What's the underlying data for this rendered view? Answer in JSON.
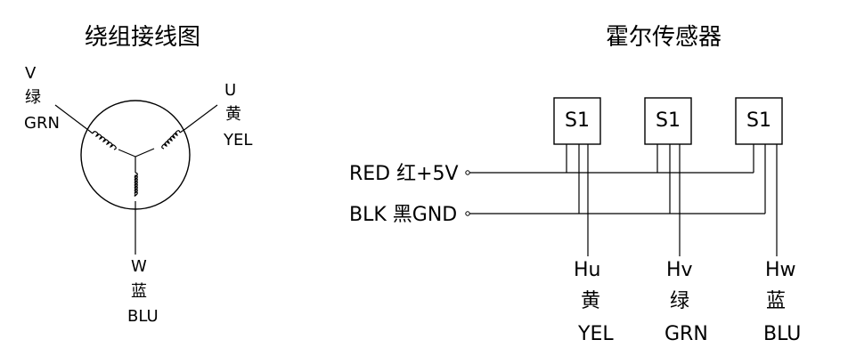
{
  "winding": {
    "title": "绕组接线图",
    "v": {
      "letter": "V",
      "cn": "绿",
      "en": "GRN"
    },
    "u": {
      "letter": "U",
      "cn": "黄",
      "en": "YEL"
    },
    "w": {
      "letter": "W",
      "cn": "蓝",
      "en": "BLU"
    }
  },
  "hall": {
    "title": "霍尔传感器",
    "sensor_label": "S1",
    "red_line": "RED 红+5V",
    "blk_line": "BLK 黑GND",
    "outputs": [
      {
        "name": "Hu",
        "cn": "黄",
        "en": "YEL"
      },
      {
        "name": "Hv",
        "cn": "绿",
        "en": "GRN"
      },
      {
        "name": "Hw",
        "cn": "蓝",
        "en": "BLU"
      }
    ]
  }
}
